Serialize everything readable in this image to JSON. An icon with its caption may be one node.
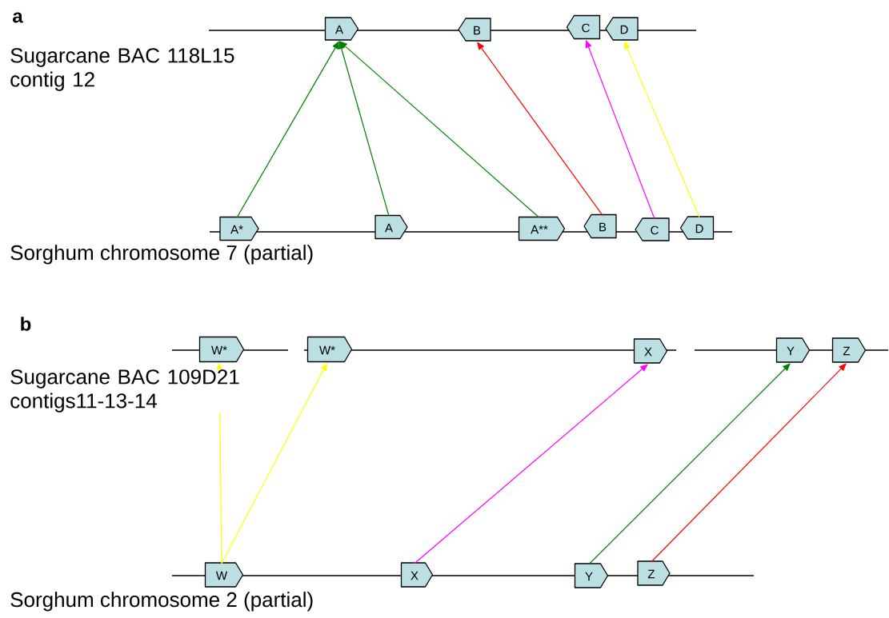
{
  "diagram": {
    "nodes": [
      {
        "text": [
          "A"
        ]
      },
      {
        "text": [
          "B"
        ]
      },
      {
        "text": [
          "C"
        ]
      },
      {
        "text": [
          "D"
        ]
      },
      {
        "text": [
          "A*"
        ]
      },
      {
        "text": [
          "A"
        ]
      },
      {
        "text": [
          "A**"
        ]
      },
      {
        "text": [
          "B"
        ]
      },
      {
        "text": [
          "C"
        ]
      },
      {
        "text": [
          "D"
        ]
      },
      {
        "text": [
          "W*"
        ]
      },
      {
        "text": [
          "W*"
        ]
      },
      {
        "text": [
          "X"
        ]
      },
      {
        "text": [
          "Y"
        ]
      },
      {
        "text": [
          "Z"
        ]
      },
      {
        "text": [
          "W"
        ]
      },
      {
        "text": [
          "X"
        ]
      },
      {
        "text": [
          "Y"
        ]
      },
      {
        "text": [
          "Z"
        ]
      }
    ],
    "edges": [
      {
        "from": 4,
        "to": 0,
        "arrow": "to",
        "color": "#008000"
      },
      {
        "from": 5,
        "to": 0,
        "arrow": "to",
        "color": "#008000"
      },
      {
        "from": 6,
        "to": 0,
        "arrow": "to",
        "color": "#008000"
      },
      {
        "from": 7,
        "to": 1,
        "arrow": "to",
        "color": "#ff0000"
      },
      {
        "from": 8,
        "to": 2,
        "arrow": "to",
        "color": "#ff00ff"
      },
      {
        "from": 9,
        "to": 3,
        "arrow": "to",
        "color": "#ffff00"
      },
      {
        "from": 15,
        "to": 10,
        "arrow": "to",
        "color": "#ffff00"
      },
      {
        "from": 15,
        "to": 11,
        "arrow": "to",
        "color": "#ffff00"
      },
      {
        "from": 16,
        "to": 12,
        "arrow": "to",
        "color": "#ff00ff"
      },
      {
        "from": 17,
        "to": 13,
        "arrow": "to",
        "color": "#008000"
      },
      {
        "from": 18,
        "to": 14,
        "arrow": "to",
        "color": "#ff0000"
      }
    ],
    "labels": [
      "a",
      "Sugarcane BAC 118L15 contig 12",
      "Sorghum chromosome 7 (partial)",
      "b",
      "Sugarcane BAC 109D21 contigs11-13-14",
      "Sorghum chromosome 2  (partial)"
    ]
  }
}
